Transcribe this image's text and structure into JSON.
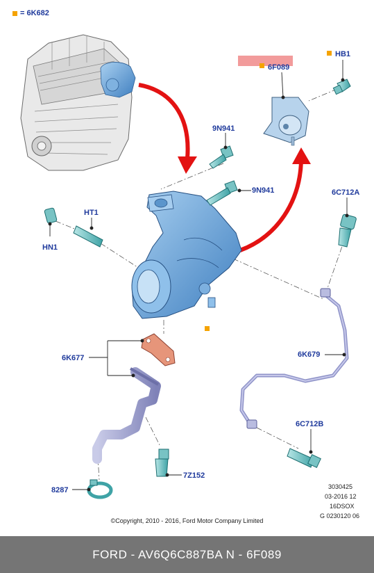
{
  "legend": {
    "symbol_meaning": "= 6K682"
  },
  "parts": {
    "part_6F089": "6F089",
    "part_HB1": "HB1",
    "part_9N941_top": "9N941",
    "part_9N941_mid": "9N941",
    "part_6C712A": "6C712A",
    "part_HT1": "HT1",
    "part_HN1": "HN1",
    "part_6K677": "6K677",
    "part_6K679": "6K679",
    "part_6C712B": "6C712B",
    "part_7Z152": "7Z152",
    "part_8287": "8287"
  },
  "meta": {
    "code1": "3030425",
    "code2": "03-2016 12",
    "code3": "16DSOX",
    "code4": "G 0230120 06"
  },
  "copyright": "©Copyright, 2010 - 2016, Ford Motor Company Limited",
  "footer": {
    "text": "FORD - AV6Q6C887BA      N - 6F089"
  },
  "colors": {
    "label": "#1f3a9c",
    "marker": "#f5a300",
    "arrow": "#e31212",
    "turbo": "#6fa8dc",
    "highlight": "#f08a8a",
    "footer_bg": "#757575"
  }
}
